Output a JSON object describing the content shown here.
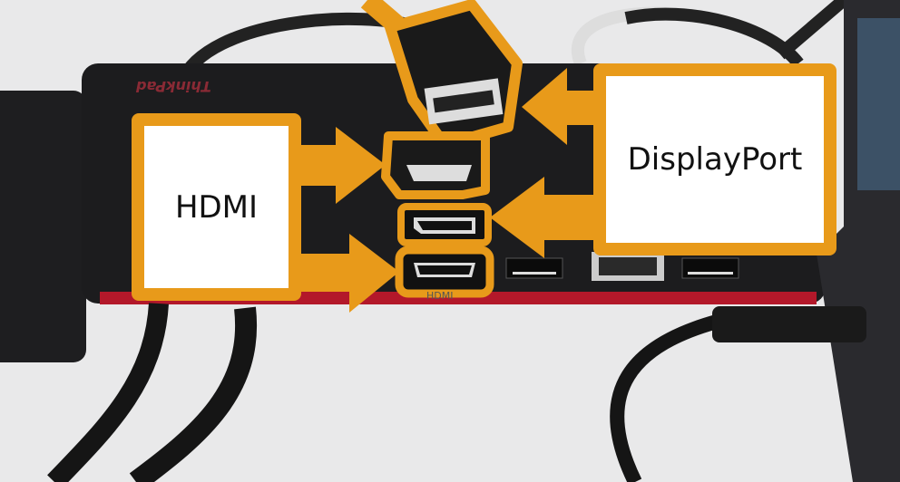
{
  "annotations": {
    "hdmi_label": "HDMI",
    "displayport_label": "DisplayPort"
  },
  "photo": {
    "dock_logo": "ThinkPad",
    "dock_port_label": "HDMI"
  },
  "colors": {
    "accent": "#e89a1a",
    "dock": "#1c1c1e",
    "dock_trim": "#b3182a",
    "background": "#e9e9ea"
  }
}
